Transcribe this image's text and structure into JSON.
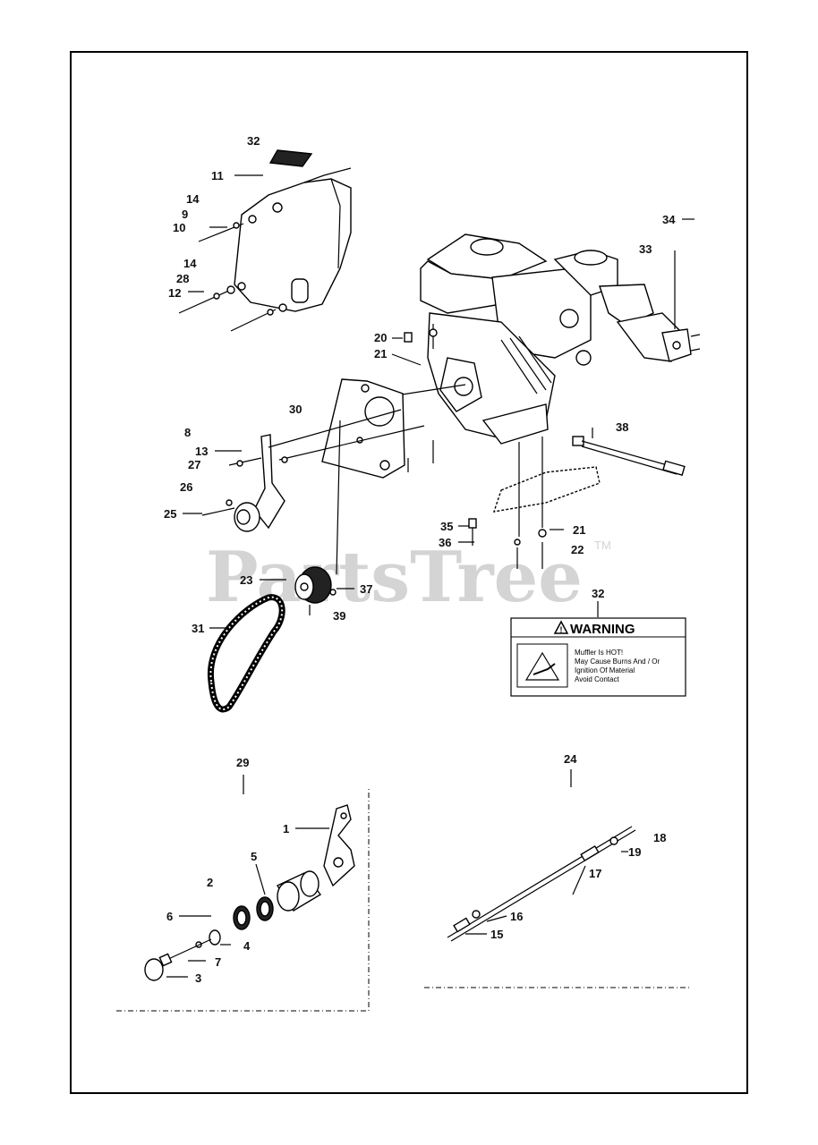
{
  "watermark": {
    "text": "PartsTree",
    "tm": "TM"
  },
  "warning_label": {
    "heading": "WARNING",
    "lines": [
      "Muffler Is HOT!",
      "May Cause Burns And / Or",
      "Ignition Of Material",
      "Avoid Contact"
    ]
  },
  "callouts": [
    "32",
    "11",
    "14",
    "9",
    "10",
    "14",
    "28",
    "12",
    "34",
    "33",
    "20",
    "21",
    "30",
    "8",
    "13",
    "27",
    "26",
    "25",
    "38",
    "35",
    "21",
    "36",
    "22",
    "23",
    "37",
    "39",
    "31",
    "32",
    "29",
    "1",
    "5",
    "2",
    "6",
    "4",
    "7",
    "3",
    "24",
    "18",
    "19",
    "17",
    "16",
    "15"
  ],
  "colors": {
    "ink": "#000000",
    "watermark": "#d4d4d4",
    "background": "#ffffff"
  }
}
